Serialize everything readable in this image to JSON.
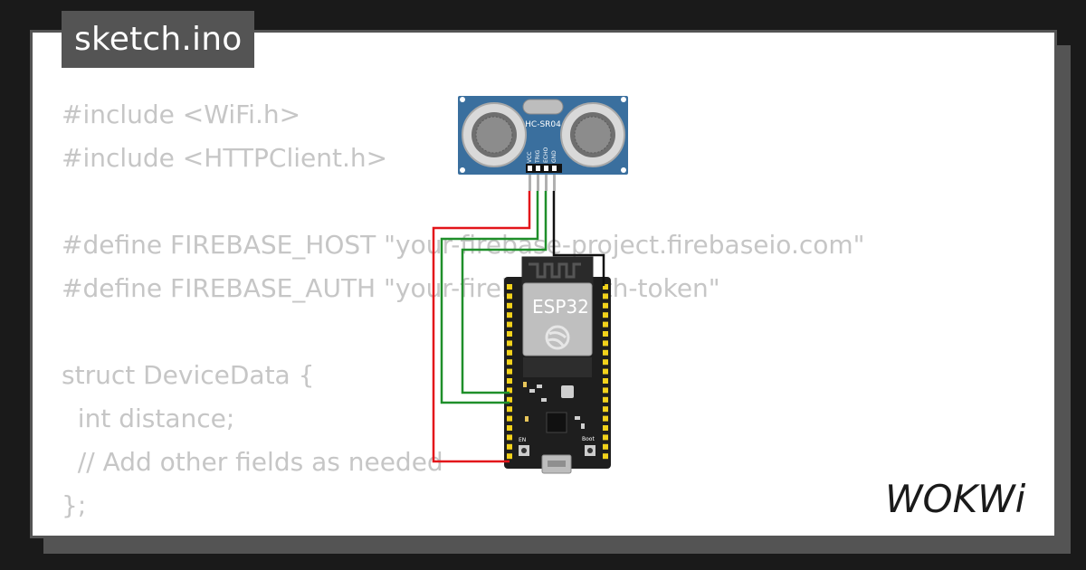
{
  "tab": {
    "filename": "sketch.ino"
  },
  "code": {
    "lines": [
      "#include <WiFi.h>",
      "#include <HTTPClient.h>",
      "",
      "#define FIREBASE_HOST \"your-firebase-project.firebaseio.com\"",
      "#define FIREBASE_AUTH \"your-firebase-auth-token\"",
      "",
      "struct DeviceData {",
      "  int distance;",
      "  // Add other fields as needed",
      "};"
    ]
  },
  "sensor": {
    "label": "HC-SR04",
    "pins": [
      "VCC",
      "TRIG",
      "ECHO",
      "GND"
    ]
  },
  "board": {
    "label": "ESP32",
    "boot_label": "Boot",
    "en_label": "EN"
  },
  "logo": {
    "text": "WOKWi"
  },
  "colors": {
    "background": "#1a1a1a",
    "frame": "#545454",
    "code_text": "#c6c6c6",
    "sensor_blue": "#3a6f9e",
    "board_black": "#1e1e1e",
    "wire_red": "#e3151a",
    "wire_green": "#1f8f2a",
    "wire_black": "#111111"
  }
}
